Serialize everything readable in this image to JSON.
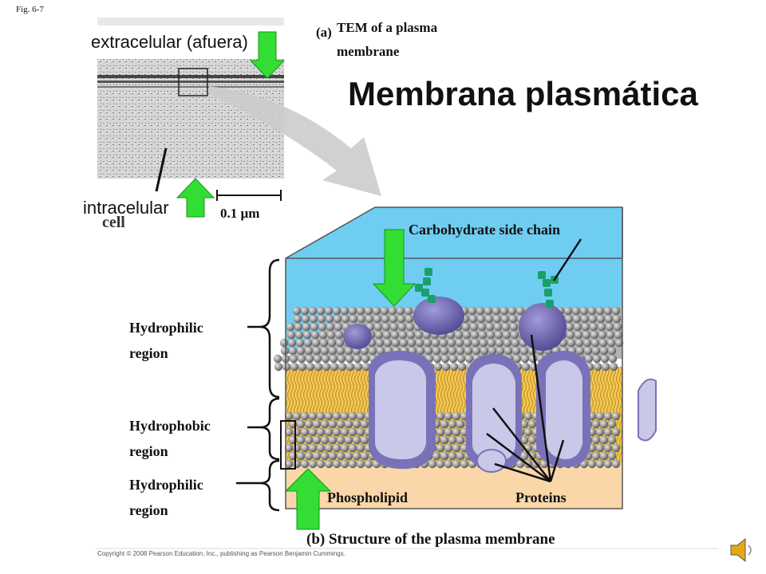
{
  "figure_label": "Fig. 6-7",
  "title": "Membrana plasmática",
  "tem": {
    "letter": "(a)",
    "caption": "TEM of a plasma membrane",
    "extracellular_label": "extracelular (afuera)",
    "intracellular_label": "intracelular",
    "cell_fragment": "cell",
    "scale_label": "0.1 µm"
  },
  "regions": {
    "hydrophilic_top": "Hydrophilic region",
    "hydrophobic": "Hydrophobic region",
    "hydrophilic_bottom": "Hydrophilic region"
  },
  "labels": {
    "carbohydrate": "Carbohydrate side chain",
    "phospholipid": "Phospholipid",
    "proteins": "Proteins",
    "structure": "(b) Structure of the plasma membrane"
  },
  "copyright": "Copyright © 2008 Pearson Education, Inc., publishing as Pearson Benjamin Cummings.",
  "colors": {
    "water": "#6fcdf2",
    "cytoplasm": "#f9d7a9",
    "heads": "#9a9a9a",
    "tails": "#e8b23a",
    "protein": "#7a72b8",
    "protein_light": "#c9c8e8",
    "carbohydrate": "#1aa06a",
    "arrow": "#33dd33",
    "gray_arrow": "#cccccc"
  },
  "icons": {
    "speaker": "speaker-icon"
  }
}
